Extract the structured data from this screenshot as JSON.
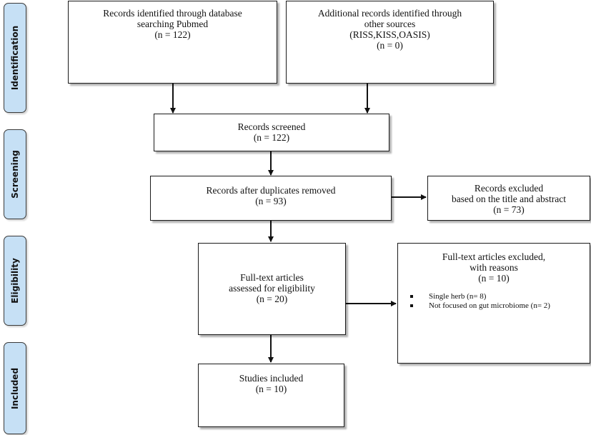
{
  "phases": {
    "identification": "Identification",
    "screening": "Screening",
    "eligibility": "Eligibility",
    "included": "Included"
  },
  "boxes": {
    "database": {
      "text": "Records identified through database\nsearching Pubmed",
      "count": "(n = 122)"
    },
    "other_sources": {
      "text": "Additional records identified through\nother sources\n(RISS,KISS,OASIS)",
      "count": "(n = 0)"
    },
    "screened": {
      "text": "Records screened",
      "count": "(n = 122)"
    },
    "after_duplicates": {
      "text": "Records after duplicates removed",
      "count": "(n = 93)"
    },
    "excluded_title": {
      "text": "Records excluded\nbased on the title and abstract",
      "count": "(n = 73)"
    },
    "fulltext_assessed": {
      "text": "Full-text articles\nassessed for eligibility",
      "count": "(n = 20)"
    },
    "fulltext_excluded": {
      "text": "Full-text articles excluded,\nwith reasons",
      "count": "(n = 10)",
      "reasons": [
        "Single herb (n= 8)",
        "Not focused on gut microbiome (n= 2)"
      ]
    },
    "included": {
      "text": "Studies included",
      "count": "(n = 10)"
    }
  }
}
